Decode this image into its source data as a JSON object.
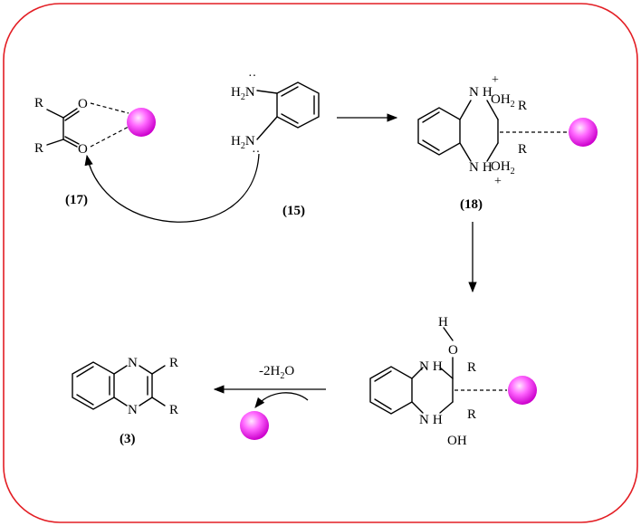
{
  "colors": {
    "frame": "#e31e24",
    "catalyst": "#ff33ff",
    "ink": "#000000"
  },
  "compounds": {
    "c17": {
      "label": "(17)",
      "r1": "R",
      "r2": "R",
      "o1": "O",
      "o2": "O"
    },
    "c15": {
      "label": "(15)",
      "nh2": "H",
      "n": "N",
      "sub2": "2",
      "lone_pair": "··"
    },
    "c18": {
      "label": "(18)",
      "nh": "N",
      "h": "H",
      "oh2": "OH",
      "sub2": "2",
      "r": "R",
      "charge": "+"
    },
    "intermediate": {
      "nh": "N",
      "h": "H",
      "o": "O",
      "r": "R",
      "oh": "OH"
    },
    "c3": {
      "label": "(3)",
      "n": "N",
      "r": "R"
    }
  },
  "reagents": {
    "water_loss_prefix": "-2H",
    "water_loss_sub": "2",
    "water_loss_suffix": "O"
  }
}
